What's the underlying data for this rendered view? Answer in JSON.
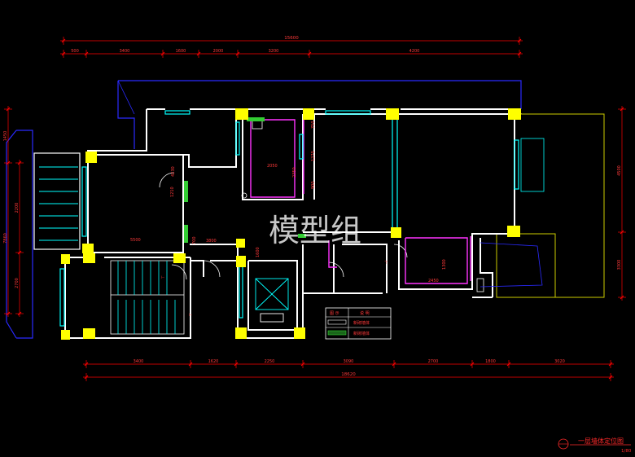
{
  "watermark": "模型组",
  "drawing_title": "一层墙体定位图",
  "drawing_scale": "1/80",
  "top_overall_dim": "15600",
  "top_dims": [
    "500",
    "3400",
    "1600",
    "2000",
    "3200",
    "4200"
  ],
  "bottom_overall_dim": "18620",
  "bottom_dims": [
    "3400",
    "1620",
    "2250",
    "3090",
    "2700",
    "1800",
    "3020"
  ],
  "left_dims": [
    "1450",
    "2200",
    "7860",
    "2700"
  ],
  "right_dims": [
    "4500",
    "3300"
  ],
  "inner_dims": [
    "2350",
    "2050",
    "750",
    "1270",
    "900",
    "4230",
    "1210",
    "5500",
    "700",
    "3800",
    "1600",
    "1300",
    "2450"
  ],
  "legend": {
    "header": [
      "图 示",
      "说 明"
    ],
    "rows": [
      "新砌墙体",
      "新砌墙体"
    ]
  },
  "colors": {
    "background": "#000000",
    "wall": "#ffffff",
    "column": "#ffff00",
    "dimension": "#ff0000",
    "outline": "#0000ff",
    "room": "#ff33ff",
    "window": "#00ffff",
    "new_wall": "#33cc33",
    "terrace": "#cccc00"
  }
}
